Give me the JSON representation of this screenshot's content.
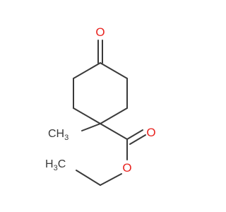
{
  "molecule": {
    "atoms": {
      "ketone_oxygen": {
        "element": "O",
        "color": "#e8231f"
      },
      "carbonyl_oxygen": {
        "element": "O",
        "color": "#e8231f"
      },
      "ester_oxygen": {
        "element": "O",
        "color": "#e8231f"
      },
      "methyl": {
        "main": "CH",
        "sub": "3"
      },
      "ethyl_methyl": {
        "main": "H",
        "sub": "3",
        "tail": "C"
      }
    },
    "bond_color": "#3a3a3a"
  }
}
